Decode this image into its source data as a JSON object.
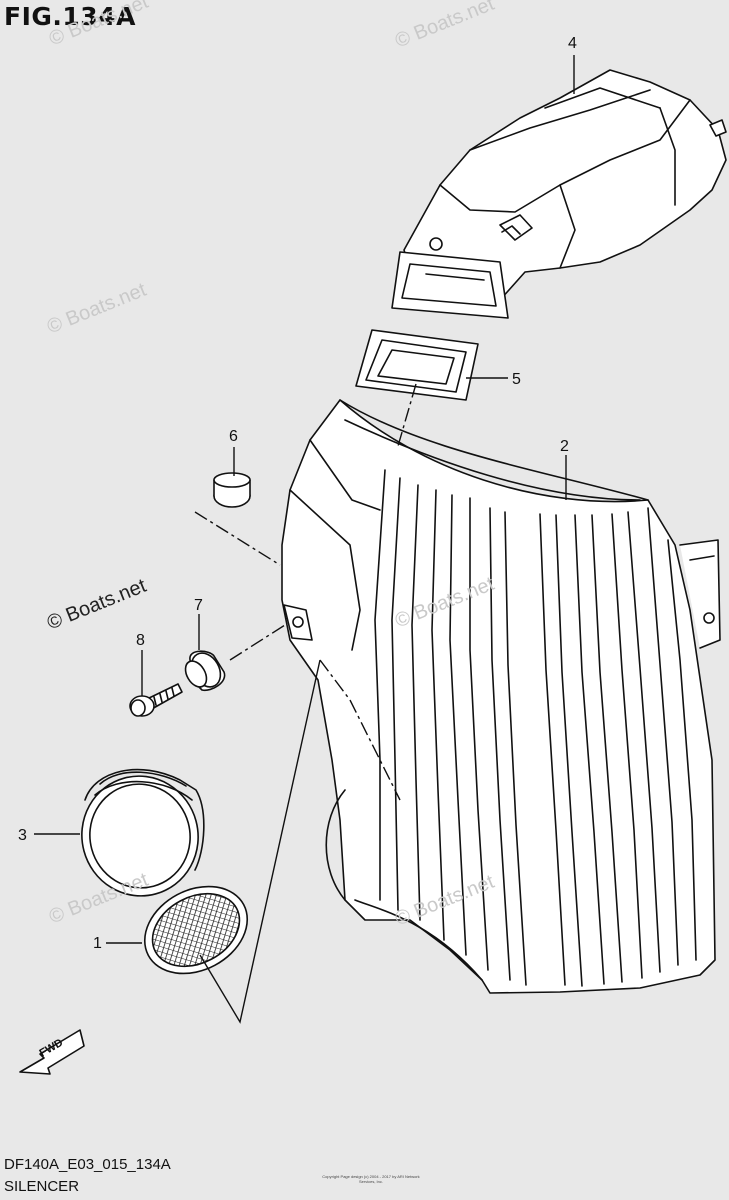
{
  "figure": {
    "title": "FIG.134A",
    "code": "DF140A_E03_015_134A",
    "name": "SILENCER",
    "copyright": "Copyright\nPage design (c) 2004 - 2017 by ARI Network Services, Inc."
  },
  "watermark": "© Boats.net",
  "fwd_label": "FWD",
  "callouts": [
    {
      "id": "1"
    },
    {
      "id": "2"
    },
    {
      "id": "3"
    },
    {
      "id": "4"
    },
    {
      "id": "5"
    },
    {
      "id": "6"
    },
    {
      "id": "7"
    },
    {
      "id": "8"
    }
  ]
}
